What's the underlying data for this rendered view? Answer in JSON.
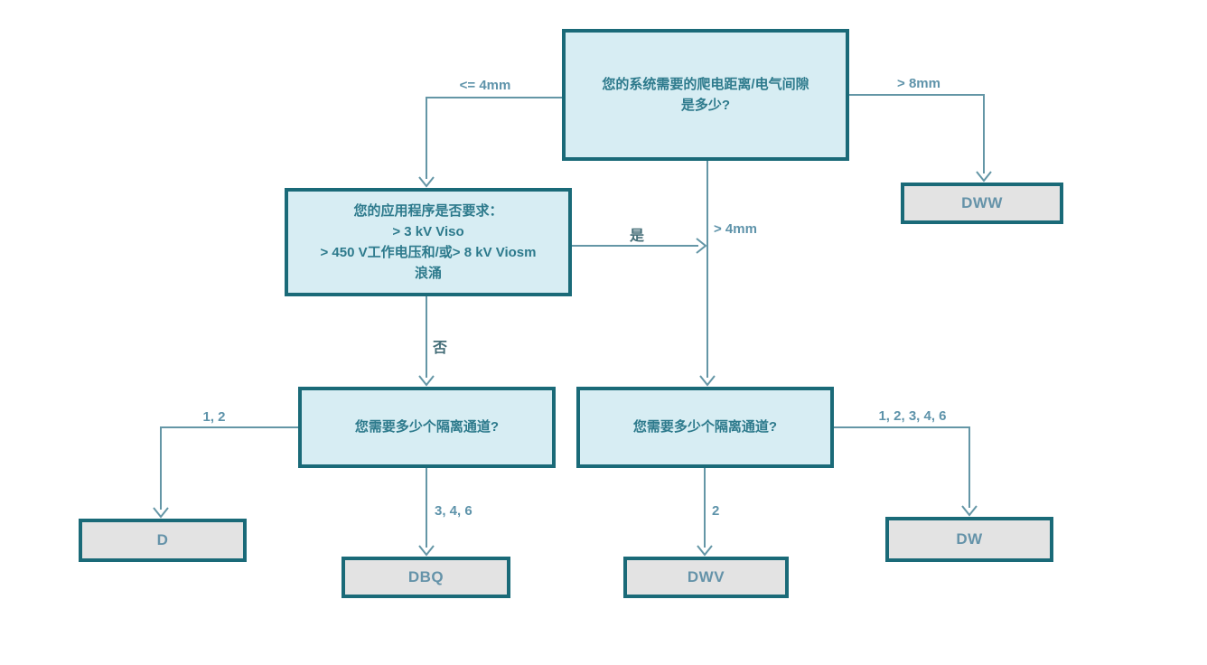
{
  "diagram": {
    "type": "flowchart",
    "nodes": {
      "top_question": {
        "lines": [
          "您的系统需要的爬电距离/电气间隙",
          "是多少?"
        ]
      },
      "app_question": {
        "lines": [
          "您的应用程序是否要求：",
          "> 3 kV Viso",
          "> 450 V工作电压和/或> 8 kV Viosm",
          "浪涌"
        ]
      },
      "left_channels": {
        "text": "您需要多少个隔离通道?"
      },
      "right_channels": {
        "text": "您需要多少个隔离通道?"
      },
      "dww": {
        "text": "DWW"
      },
      "d": {
        "text": "D"
      },
      "dbq": {
        "text": "DBQ"
      },
      "dwv": {
        "text": "DWV"
      },
      "dw": {
        "text": "DW"
      }
    },
    "edge_labels": {
      "le_4mm": "<= 4mm",
      "gt_8mm": "> 8mm",
      "gt_4mm": "> 4mm",
      "yes": "是",
      "no": "否",
      "one_two": "1, 2",
      "three_four_six": "3, 4, 6",
      "two": "2",
      "one_to_six": "1, 2, 3, 4, 6"
    },
    "colors": {
      "question_fill": "#d7edf3",
      "result_fill": "#e3e3e3",
      "box_border": "#1a6a78",
      "connector": "#6496a6",
      "question_text": "#2d7a8c",
      "result_text": "#6593a9",
      "label_text": "#5e93aa",
      "cjk_label_text": "#456e78"
    }
  }
}
